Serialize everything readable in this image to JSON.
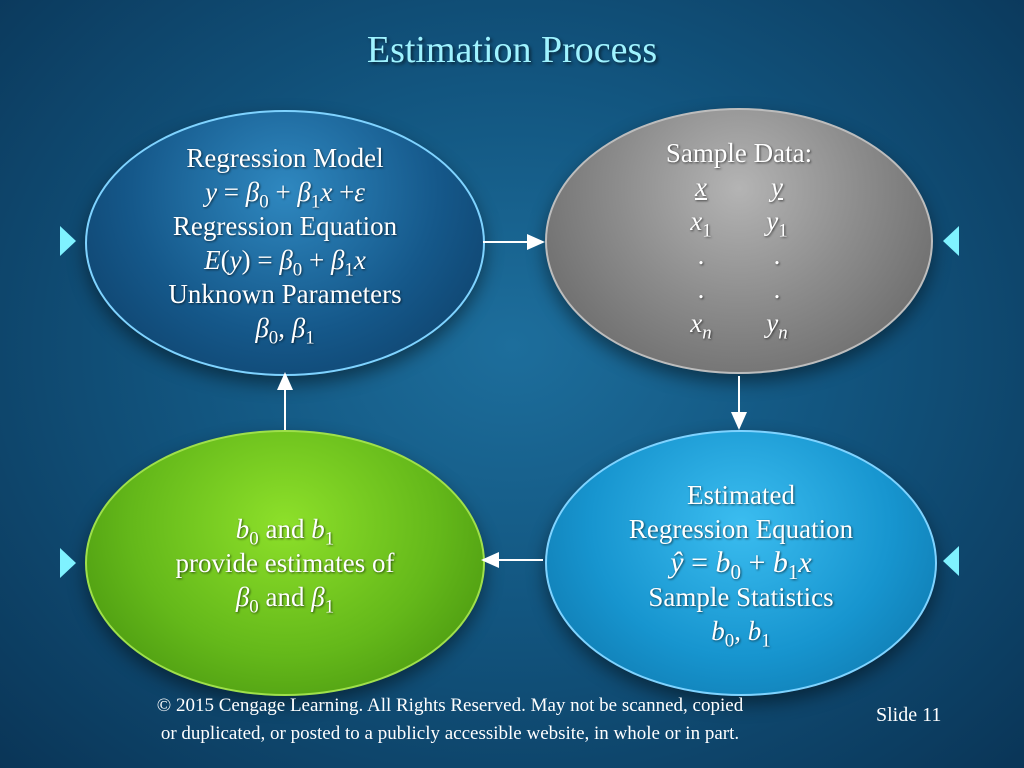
{
  "title": "Estimation Process",
  "model": {
    "line1": "Regression Model",
    "line2_y": "y",
    "line2_eq": " = ",
    "line3": "Regression Equation",
    "line5": "Unknown Parameters",
    "beta": "β",
    "sub0": "0",
    "sub1": "1",
    "x": "x",
    "eps": "ε",
    "E": "E",
    "y": "y"
  },
  "sample": {
    "title": "Sample Data:",
    "col_x": "x",
    "col_y": "y",
    "x1": "x",
    "y1": "y",
    "sub1": "1",
    "dot": ".",
    "xn": "x",
    "yn": "y",
    "subn": "n"
  },
  "estimated": {
    "line1": "Estimated",
    "line2": "Regression Equation",
    "yhat": "ŷ",
    "b": "b",
    "sub0": "0",
    "sub1": "1",
    "x": "x",
    "line4": "Sample Statistics"
  },
  "estimates": {
    "b": "b",
    "beta": "β",
    "sub0": "0",
    "sub1": "1",
    "and": " and ",
    "line2": "provide estimates of"
  },
  "footer": {
    "line1": "© 2015  Cengage Learning.  All Rights Reserved.  May not be scanned, copied",
    "line2": "or duplicated, or posted to a publicly accessible website, in whole or in part.",
    "slide": "Slide  11"
  },
  "colors": {
    "title": "#9ff3ff",
    "marker": "#7ff2ff",
    "arrow": "#ffffff"
  }
}
